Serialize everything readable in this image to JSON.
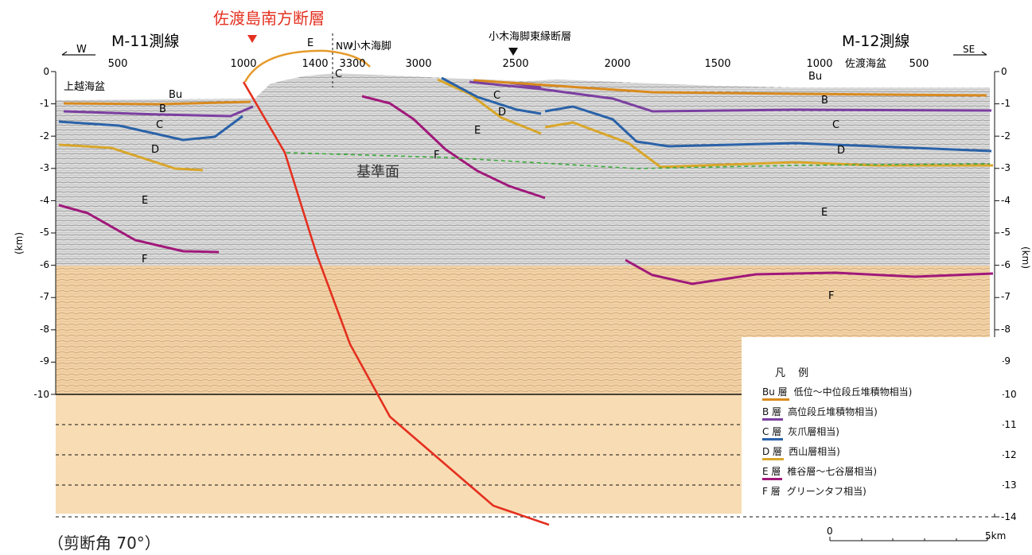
{
  "title": "佐渡島南方断層",
  "caption": "（剪断角 70°）",
  "lines": {
    "left_name": "M-11測線",
    "right_name": "M-12測線",
    "left_dir": "W",
    "right_dir": "SE",
    "junction_left": "E",
    "junction_right": "NW"
  },
  "top_ticks": [
    "500",
    "1000",
    "1400",
    "3300",
    "3000",
    "2500",
    "2000",
    "1500",
    "1000",
    "500"
  ],
  "features": {
    "kogi_ridge": "小木海脚",
    "kogi_east_fault": "小木海脚東縁断層",
    "sado_basin": "佐渡海盆",
    "joetsu_basin": "上越海盆",
    "datum": "基準面"
  },
  "depth_axis": {
    "unit": "(km)",
    "left_ticks": [
      "0",
      "-1",
      "-2",
      "-3",
      "-4",
      "-5",
      "-6",
      "-7",
      "-8",
      "-9",
      "-10"
    ],
    "right_ticks": [
      "0",
      "-1",
      "-2",
      "-3",
      "-4",
      "-5",
      "-6",
      "-7",
      "-8",
      "-9",
      "-10",
      "-11",
      "-12",
      "-13",
      "-14"
    ]
  },
  "layer_labels": {
    "left": [
      "Bu",
      "B",
      "C",
      "D",
      "E",
      "F"
    ],
    "center": [
      "C",
      "C",
      "D",
      "E",
      "F"
    ],
    "right": [
      "Bu",
      "B",
      "C",
      "D",
      "E",
      "F"
    ]
  },
  "legend": {
    "title": "凡 例",
    "items": [
      {
        "code": "Bu 層",
        "desc": "低位～中位段丘堆積物相当)",
        "color": "#d98a1e"
      },
      {
        "code": "B 層",
        "desc": "高位段丘堆積物相当)",
        "color": "#7b3fa0"
      },
      {
        "code": "C 層",
        "desc": "灰爪層相当)",
        "color": "#2a62a8"
      },
      {
        "code": "D 層",
        "desc": "西山層相当)",
        "color": "#d9a62a"
      },
      {
        "code": "E 層",
        "desc": "椎谷層～七谷層相当)",
        "color": "#a0187a"
      },
      {
        "code": "F 層",
        "desc": "グリーンタフ相当)",
        "color": "#1a1a1a"
      }
    ]
  },
  "scale_bar": {
    "start": "0",
    "end": "5km"
  },
  "colors": {
    "fault": "#e4301f",
    "sediment": "#f6dcb4",
    "section_bg": "#d8d8d8",
    "datum": "#3caa3c"
  }
}
